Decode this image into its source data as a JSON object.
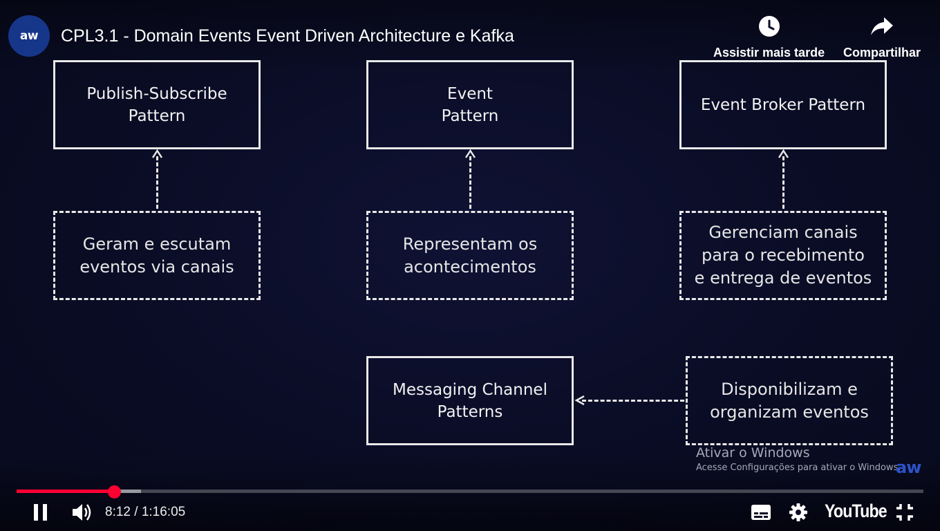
{
  "header": {
    "channel_avatar": "aw",
    "title": "CPL3.1 - Domain Events Event Driven Architecture e Kafka",
    "watch_later": {
      "label": "Assistir mais tarde",
      "icon": "clock-icon"
    },
    "share": {
      "label": "Compartilhar",
      "icon": "share-arrow-icon"
    }
  },
  "diagram": {
    "patterns": [
      {
        "title": "Publish-Subscribe\nPattern",
        "description": "Geram e escutam\neventos via canais"
      },
      {
        "title": "Event\nPattern",
        "description": "Representam os\nacontecimentos"
      },
      {
        "title": "Event Broker Pattern",
        "description": "Gerenciam canais\npara o recebimento\ne entrega de eventos"
      },
      {
        "title": "Messaging Channel\nPatterns",
        "description": "Disponibilizam e\norganizam eventos"
      }
    ]
  },
  "watermark": {
    "line1": "Ativar o Windows",
    "line2": "Acesse Configurações para ativar o Windows.",
    "brand": "aw"
  },
  "player": {
    "current_time": "8:12",
    "duration": "1:16:05",
    "time_display": "8:12 / 1:16:05",
    "progress_fraction": 0.1078,
    "buffered_fraction": 0.137,
    "logo": "YouTube",
    "colors": {
      "progress": "#ff0033",
      "background": "#0b0d26",
      "avatar": "#16368a"
    },
    "icons": [
      "pause-icon",
      "volume-icon",
      "subtitles-icon",
      "settings-gear-icon",
      "exit-fullscreen-icon"
    ]
  }
}
